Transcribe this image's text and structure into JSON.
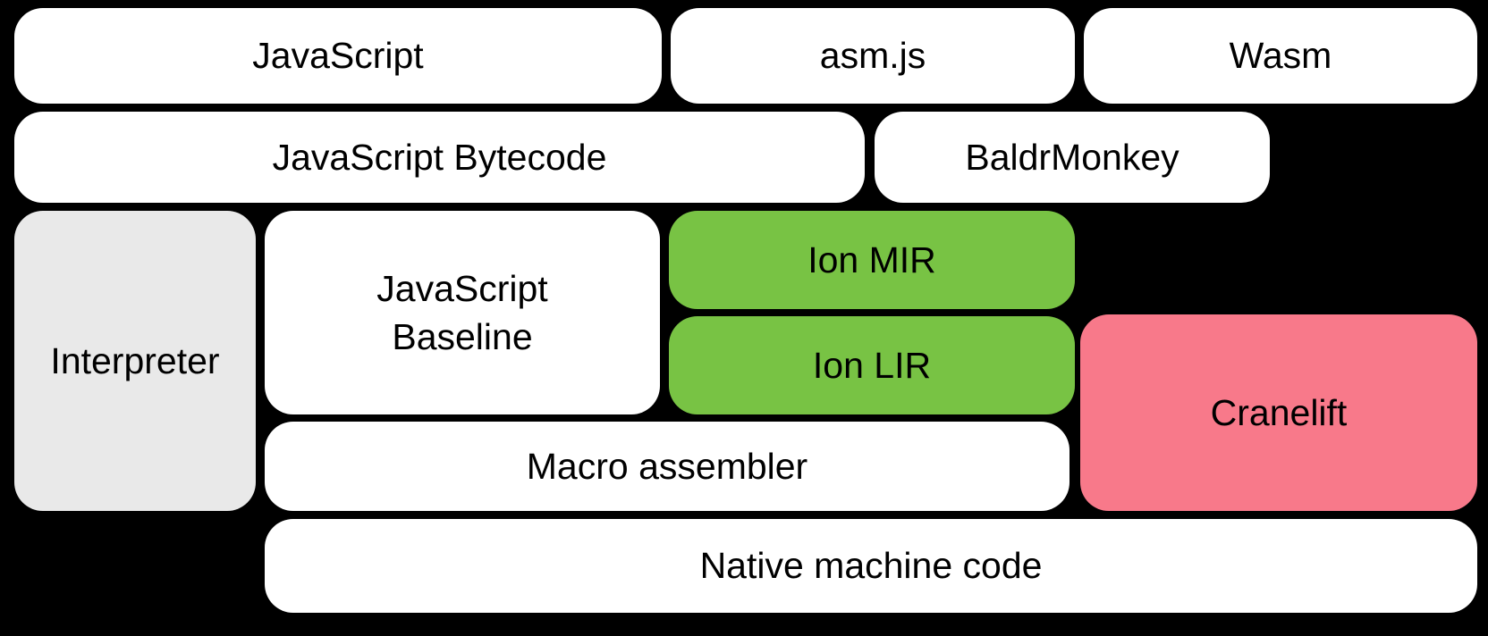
{
  "diagram": {
    "background_color": "#000000",
    "text_color": "#000000",
    "colors": {
      "white_box": "#ffffff",
      "gray_box": "#e9e9e9",
      "green_box": "#78c344",
      "pink_box": "#f8798a"
    },
    "boxes": [
      {
        "id": "javascript",
        "label": "JavaScript",
        "fill": "#ffffff"
      },
      {
        "id": "asmjs",
        "label": "asm.js",
        "fill": "#ffffff"
      },
      {
        "id": "wasm",
        "label": "Wasm",
        "fill": "#ffffff"
      },
      {
        "id": "js-bytecode",
        "label": "JavaScript Bytecode",
        "fill": "#ffffff"
      },
      {
        "id": "baldrmonkey",
        "label": "BaldrMonkey",
        "fill": "#ffffff"
      },
      {
        "id": "interpreter",
        "label": "Interpreter",
        "fill": "#e9e9e9"
      },
      {
        "id": "js-baseline",
        "label": "JavaScript\nBaseline",
        "fill": "#ffffff"
      },
      {
        "id": "ion-mir",
        "label": "Ion MIR",
        "fill": "#78c344"
      },
      {
        "id": "ion-lir",
        "label": "Ion LIR",
        "fill": "#78c344"
      },
      {
        "id": "cranelift",
        "label": "Cranelift",
        "fill": "#f8798a"
      },
      {
        "id": "macro-assembler",
        "label": "Macro assembler",
        "fill": "#ffffff"
      },
      {
        "id": "native-machine-code",
        "label": "Native machine code",
        "fill": "#ffffff"
      }
    ]
  }
}
